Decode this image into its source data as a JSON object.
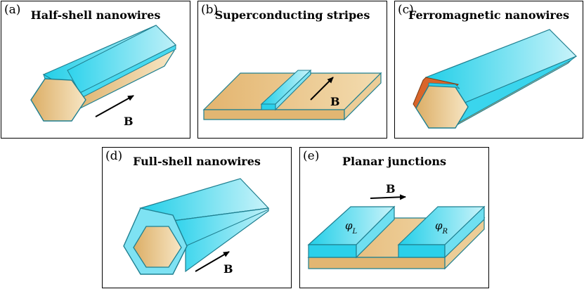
{
  "panels": [
    {
      "label": "(a)",
      "title": "Half-shell nanowires",
      "field_label": "B"
    },
    {
      "label": "(b)",
      "title": "Superconducting stripes",
      "field_label": "B"
    },
    {
      "label": "(c)",
      "title": "Ferromagnetic nanowires"
    },
    {
      "label": "(d)",
      "title": "Full-shell nanowires",
      "field_label": "B"
    },
    {
      "label": "(e)",
      "title": "Planar junctions",
      "field_label": "B",
      "phase_left": "φ",
      "phase_left_sub": "L",
      "phase_right": "φ",
      "phase_right_sub": "R"
    }
  ],
  "colors": {
    "semiconductor": "#e8c48a",
    "superconductor": "#2bd0ea",
    "ferromagnet": "#d9652a",
    "outline": "#1f7f90"
  }
}
